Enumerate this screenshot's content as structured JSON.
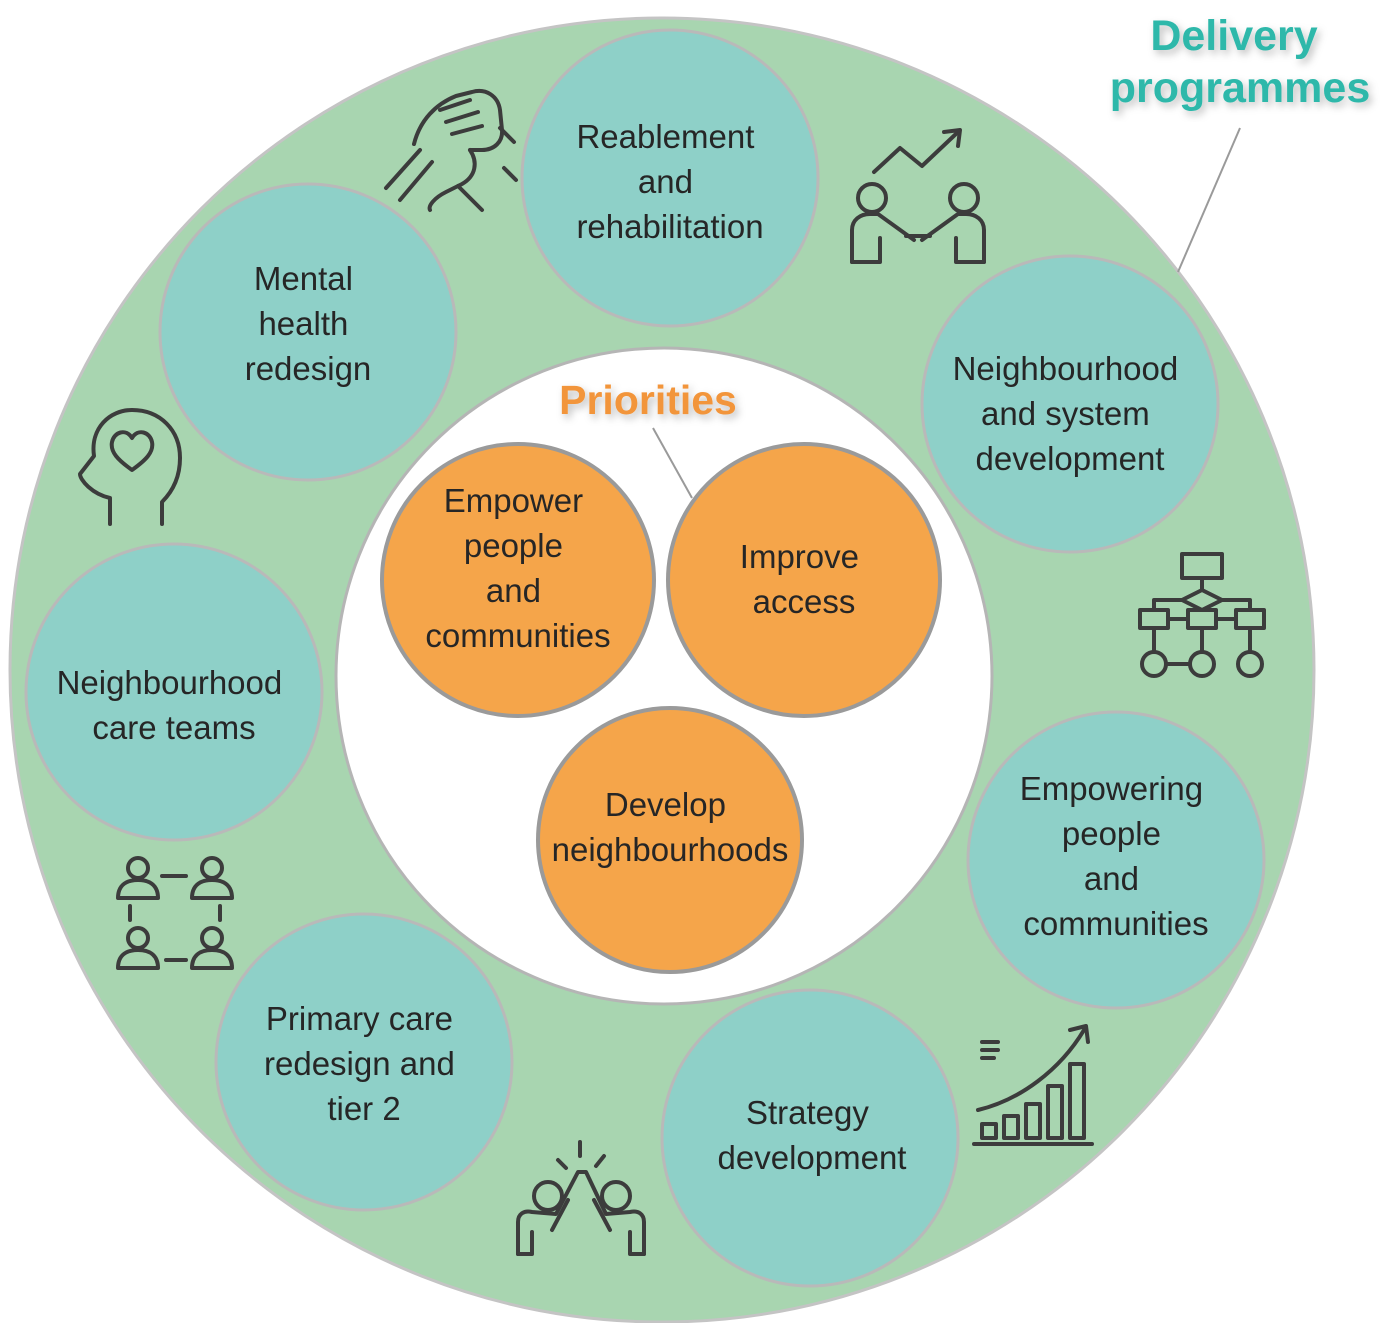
{
  "outer_label_lines": [
    "Delivery",
    "programmes"
  ],
  "inner_label": "Priorities",
  "colors": {
    "outer_ring": "#a8d5b0",
    "programme_circle": "#8ed0c8",
    "priority_circle": "#f5a54a",
    "outer_label": "#2fb8aa",
    "inner_label": "#f2953a"
  },
  "programmes": [
    {
      "lines": [
        "Reablement",
        "and",
        "rehabilitation"
      ]
    },
    {
      "lines": [
        "Neighbourhood",
        "and system",
        "development"
      ]
    },
    {
      "lines": [
        "Empowering",
        "people",
        "and",
        "communities"
      ]
    },
    {
      "lines": [
        "Strategy",
        "development"
      ]
    },
    {
      "lines": [
        "Primary care",
        "redesign and",
        "tier 2"
      ]
    },
    {
      "lines": [
        "Neighbourhood",
        "care teams"
      ]
    },
    {
      "lines": [
        "Mental",
        "health",
        "redesign"
      ]
    }
  ],
  "priorities": [
    {
      "lines": [
        "Empower",
        "people",
        "and",
        "communities"
      ]
    },
    {
      "lines": [
        "Improve",
        "access"
      ]
    },
    {
      "lines": [
        "Develop",
        "neighbourhoods"
      ]
    }
  ],
  "icons": [
    "handshake-grip-icon",
    "partners-growth-icon",
    "flowchart-icon",
    "growth-chart-icon",
    "high-five-icon",
    "team-network-icon",
    "mind-heart-icon"
  ]
}
